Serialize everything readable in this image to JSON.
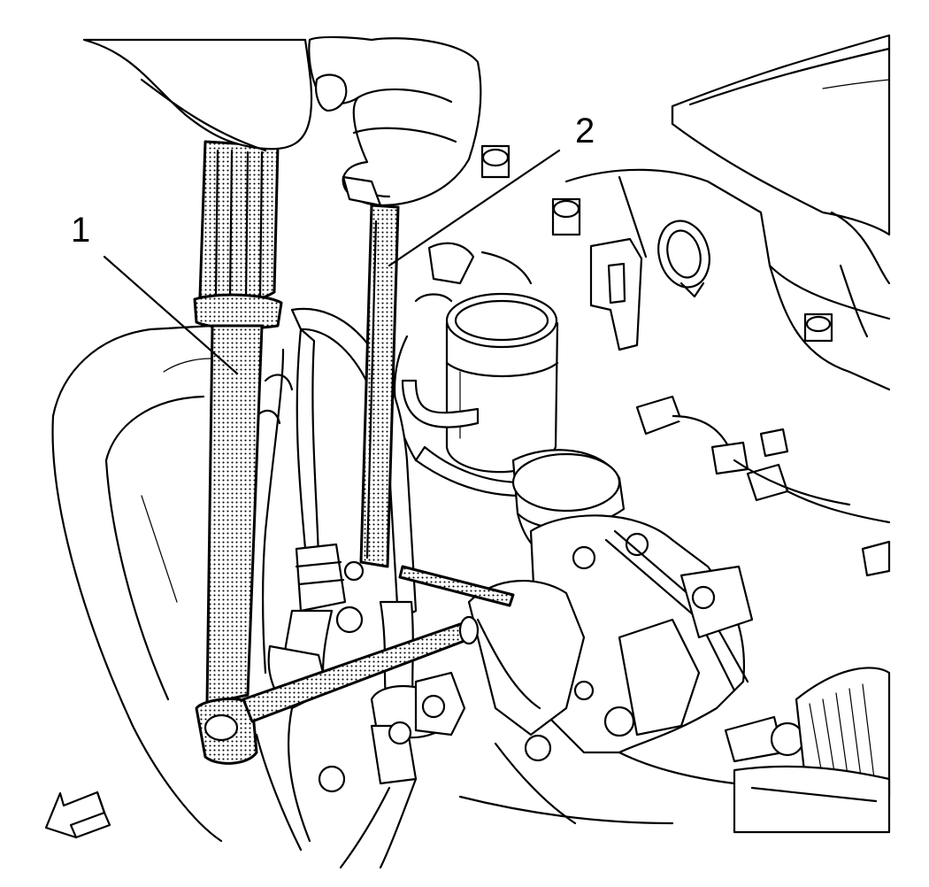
{
  "callouts": [
    {
      "id": "1",
      "label": "1"
    },
    {
      "id": "2",
      "label": "2"
    }
  ],
  "icons": {
    "direction": "view-direction-arrow-icon"
  },
  "colors": {
    "line": "#000000",
    "background": "#ffffff"
  }
}
